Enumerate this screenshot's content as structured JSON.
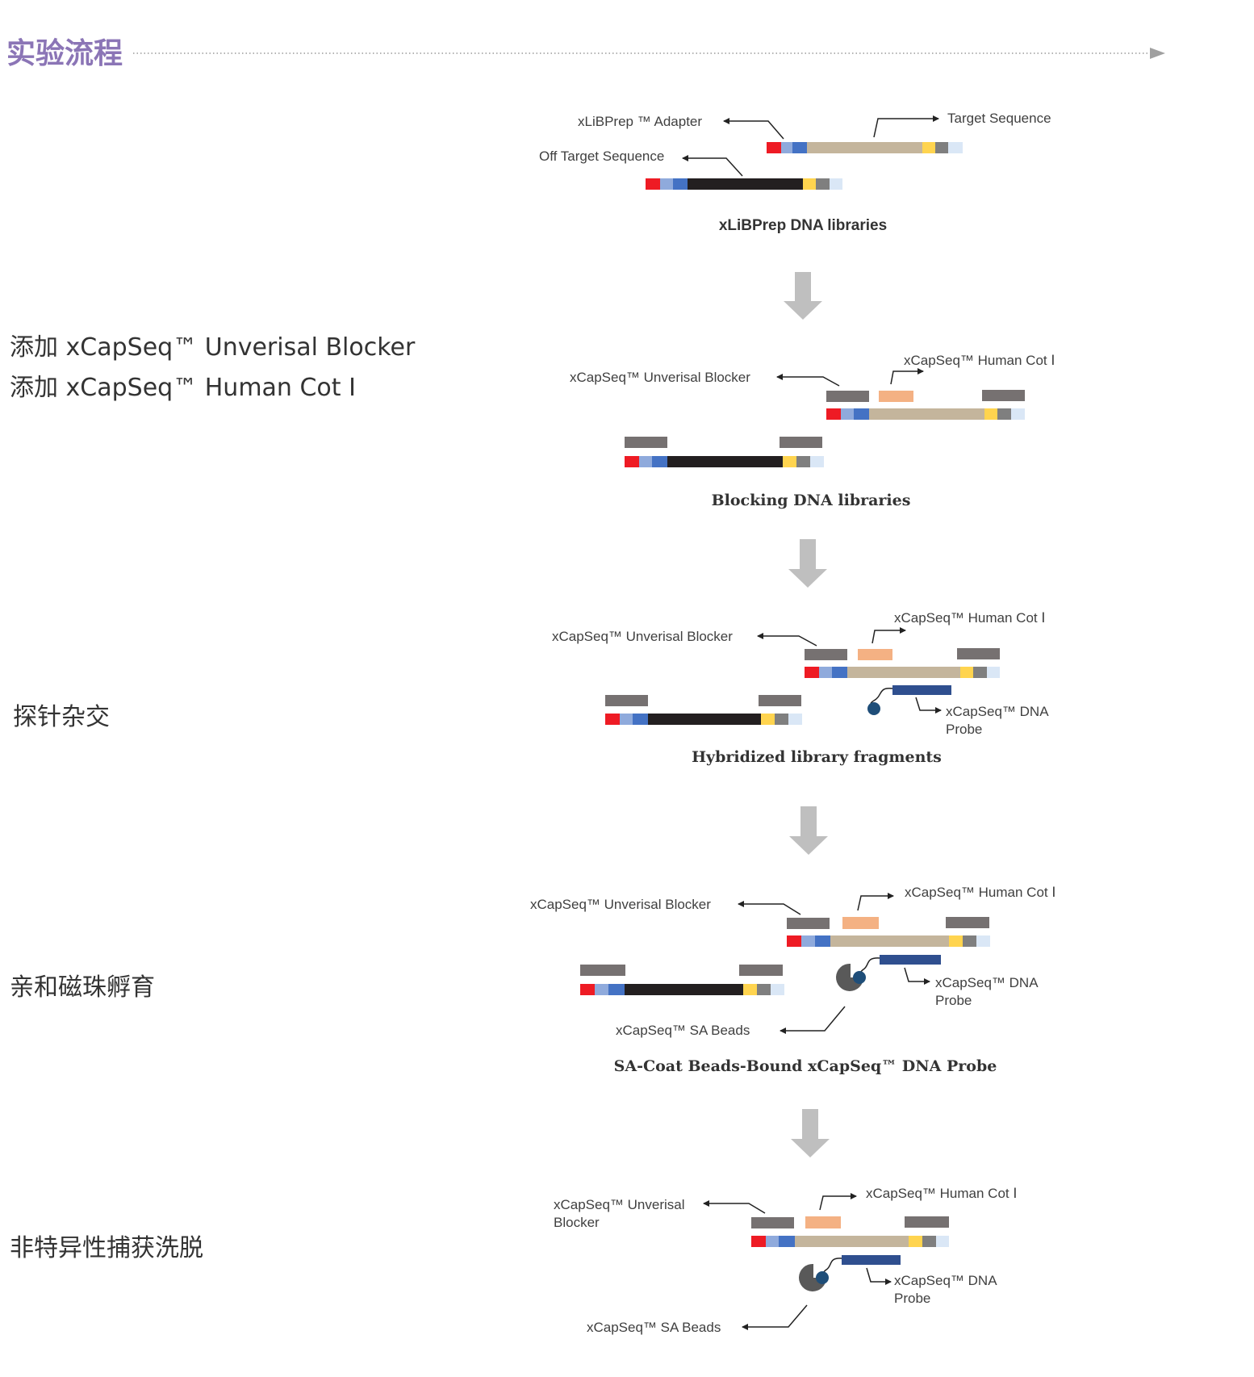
{
  "header": {
    "title": "实验流程",
    "colors": {
      "title": "#8b75b6",
      "dots": "#9a9a9a",
      "arrowhead": "#a0a0a0"
    }
  },
  "steps": [
    {
      "label": "添加  xCapSeq™ Unverisal Blocker"
    },
    {
      "label": "添加  xCapSeq™ Human Cot I"
    },
    {
      "label": "探针杂交"
    },
    {
      "label": "亲和磁珠孵育"
    },
    {
      "label": "非特异性捕获洗脱"
    }
  ],
  "panels": {
    "p1": {
      "caption": "xLiBPrep DNA libraries",
      "adapter_label": "xLiBPrep ™ Adapter",
      "target_label": "Target Sequence",
      "offtarget_label": "Off Target Sequence"
    },
    "p2": {
      "caption": "Blocking DNA libraries",
      "blocker_label": "xCapSeq™ Unverisal Blocker",
      "cot_label": "xCapSeq™  Human Cot Ⅰ"
    },
    "p3": {
      "caption": "Hybridized library fragments",
      "blocker_label": "xCapSeq™ Unverisal Blocker",
      "cot_label": "xCapSeq™  Human Cot Ⅰ",
      "probe_label_1": "xCapSeq™  DNA",
      "probe_label_2": "Probe"
    },
    "p4": {
      "caption": "SA-Coat Beads-Bound xCapSeq™ DNA Probe",
      "blocker_label": "xCapSeq™ Unverisal Blocker",
      "cot_label": "xCapSeq™  Human Cot Ⅰ",
      "probe_label_1": "xCapSeq™  DNA",
      "probe_label_2": "Probe",
      "beads_label": "xCapSeq™  SA Beads"
    },
    "p5": {
      "blocker_label_1": "xCapSeq™ Unverisal",
      "blocker_label_2": "Blocker",
      "cot_label": "xCapSeq™  Human Cot Ⅰ",
      "probe_label_1": "xCapSeq™  DNA",
      "probe_label_2": "Probe",
      "beads_label": "xCapSeq™  SA Beads"
    }
  },
  "colors": {
    "red": "#ee1b24",
    "light_blue": "#8faadc",
    "blue": "#4472c4",
    "target": "#c4b59c",
    "black": "#231f20",
    "yellow": "#ffd44f",
    "gray": "#7f7f7f",
    "pale": "#dae7f6",
    "blocker": "#767171",
    "cot": "#f4b183",
    "probe": "#2f4f8f",
    "biotin": "#1f4e79",
    "bead": "#595959",
    "process_arrow": "#bfbfbf",
    "label_text": "#404040",
    "step_text": "#333333"
  }
}
